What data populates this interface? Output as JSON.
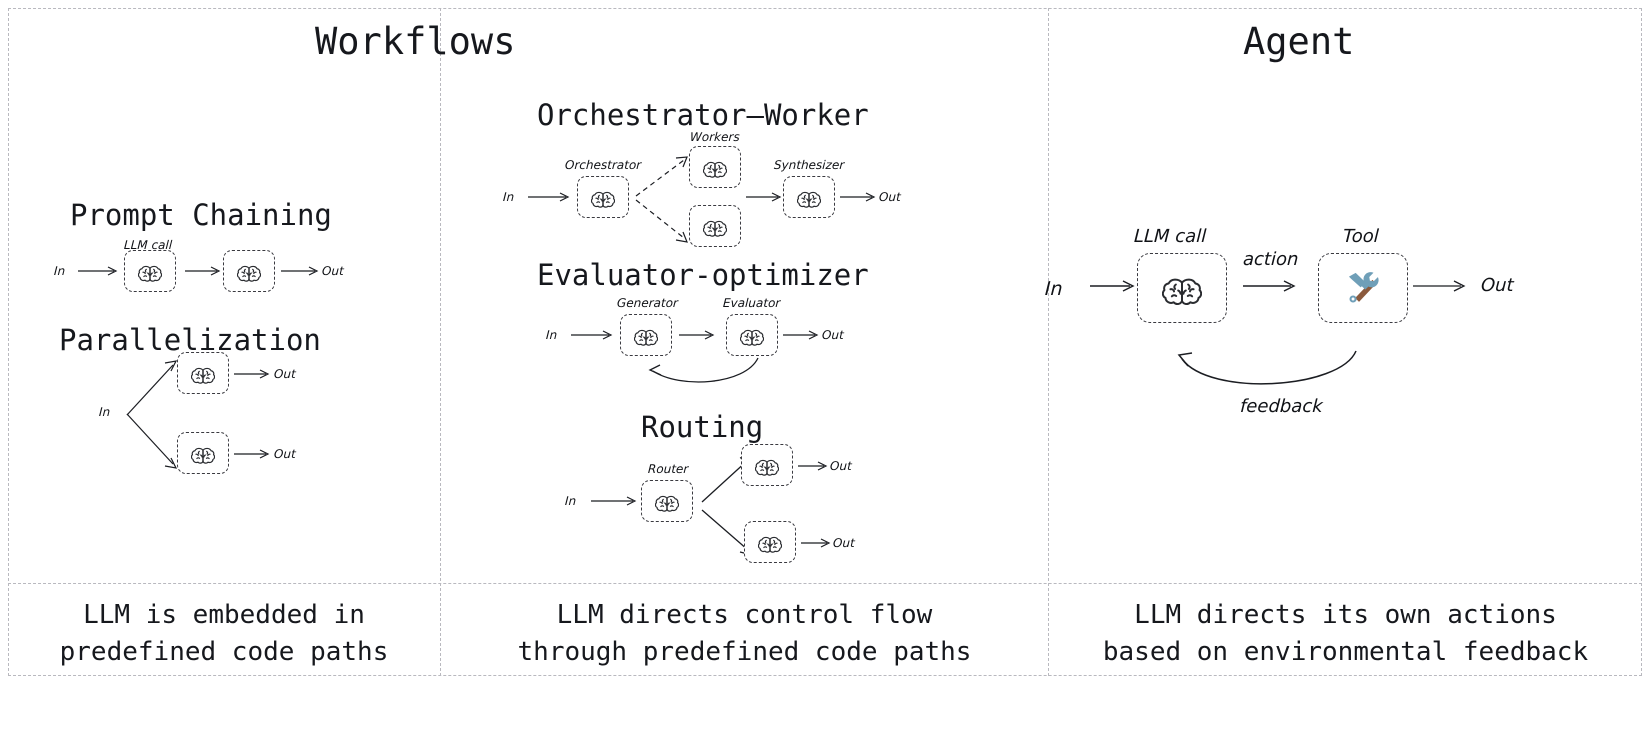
{
  "columns": {
    "workflows": {
      "title": "Workflows",
      "caption": "LLM is embedded in\npredefined code paths"
    },
    "workflows_mid": {
      "caption": "LLM directs control flow\nthrough predefined code paths"
    },
    "agent": {
      "title": "Agent",
      "caption": "LLM directs its own actions\nbased on environmental feedback"
    }
  },
  "sections": {
    "prompt_chaining": {
      "title": "Prompt Chaining",
      "in": "In",
      "out": "Out",
      "node_label": "LLM call",
      "nodes": [
        "brain-icon",
        "brain-icon"
      ]
    },
    "parallelization": {
      "title": "Parallelization",
      "in": "In",
      "out_top": "Out",
      "out_bottom": "Out",
      "nodes": [
        "brain-icon",
        "brain-icon"
      ]
    },
    "orchestrator_worker": {
      "title": "Orchestrator–Worker",
      "in": "In",
      "out": "Out",
      "orchestrator_label": "Orchestrator",
      "workers_label": "Workers",
      "synthesizer_label": "Synthesizer"
    },
    "evaluator_optimizer": {
      "title": "Evaluator-optimizer",
      "in": "In",
      "out": "Out",
      "generator_label": "Generator",
      "evaluator_label": "Evaluator"
    },
    "routing": {
      "title": "Routing",
      "in": "In",
      "out_top": "Out",
      "out_bottom": "Out",
      "router_label": "Router"
    },
    "agent_loop": {
      "in": "In",
      "out": "Out",
      "llm_label": "LLM call",
      "tool_label": "Tool",
      "action_label": "action",
      "feedback_label": "feedback"
    }
  },
  "colors": {
    "text": "#16181d",
    "divider": "#b9b9bf",
    "node_border": "#3a3a40",
    "arrow": "#1b1d22",
    "tool_metal": "#6f9fb8",
    "tool_wood": "#8b5a3c"
  }
}
